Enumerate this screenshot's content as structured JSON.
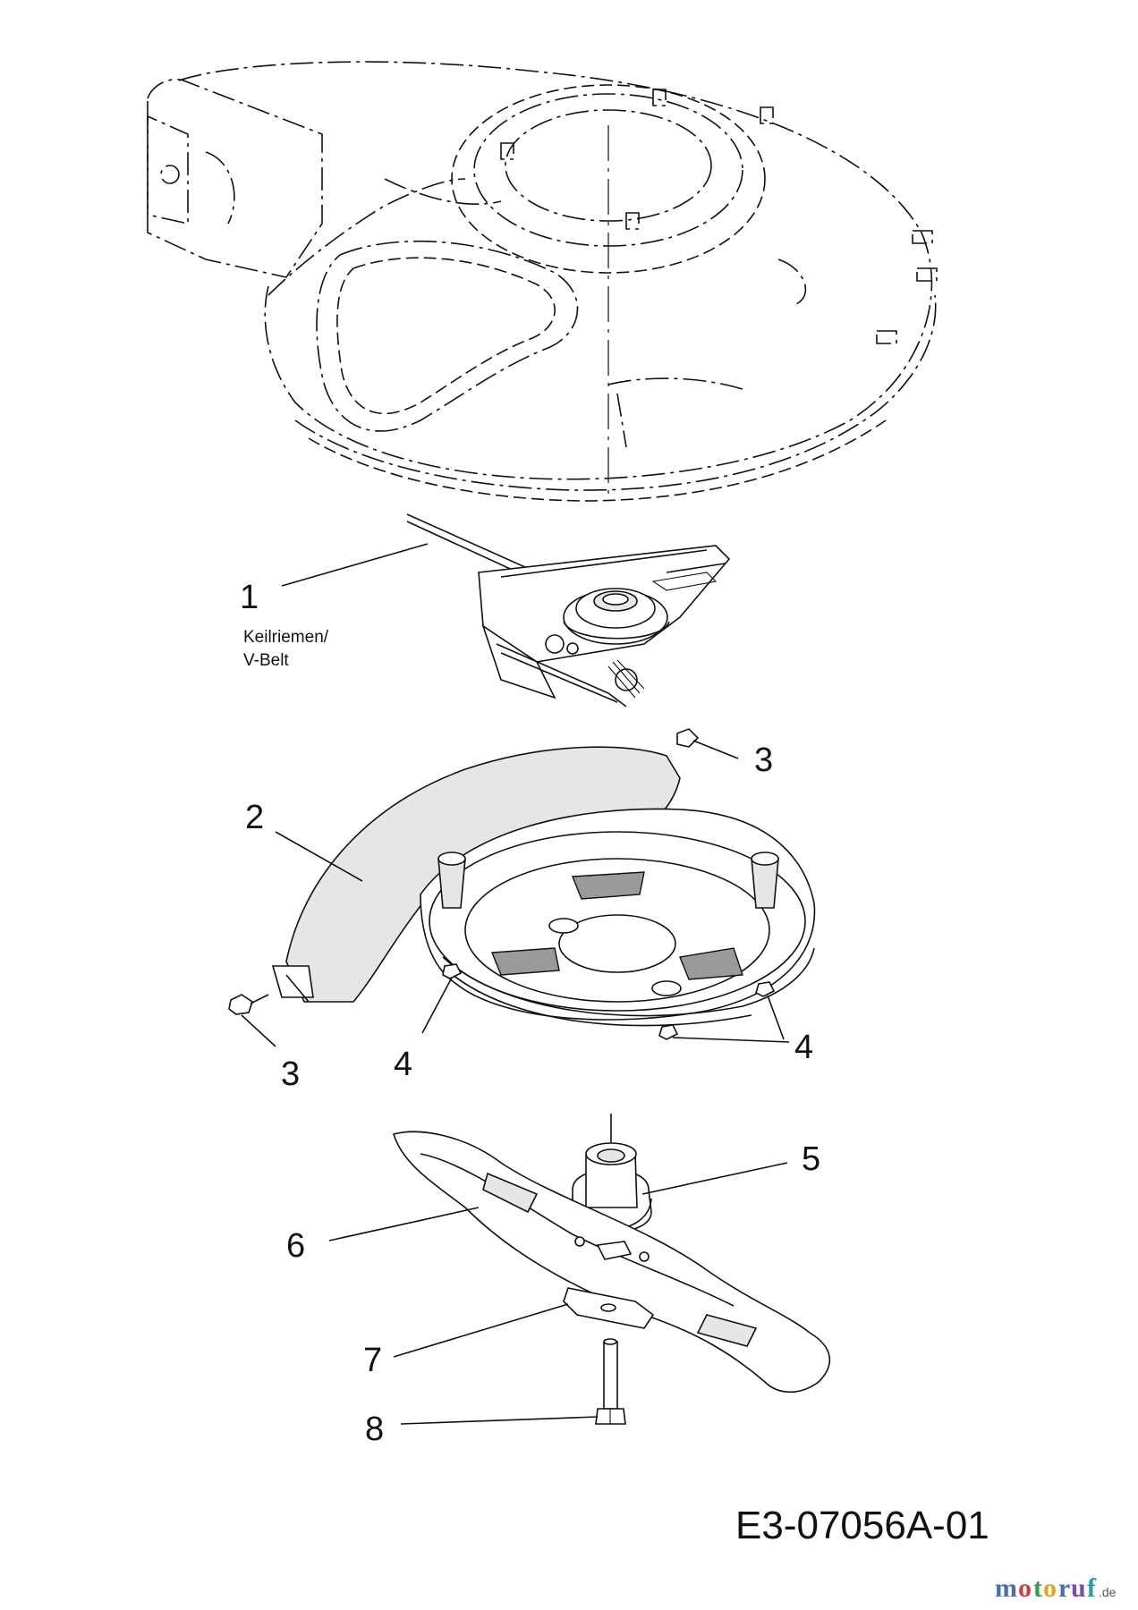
{
  "callouts": [
    {
      "id": "1",
      "label": "1"
    },
    {
      "id": "2",
      "label": "2"
    },
    {
      "id": "3a",
      "label": "3"
    },
    {
      "id": "3b",
      "label": "3"
    },
    {
      "id": "4a",
      "label": "4"
    },
    {
      "id": "4b",
      "label": "4"
    },
    {
      "id": "5",
      "label": "5"
    },
    {
      "id": "6",
      "label": "6"
    },
    {
      "id": "7",
      "label": "7"
    },
    {
      "id": "8",
      "label": "8"
    }
  ],
  "notes": {
    "belt_line1": "Keilriemen/",
    "belt_line2": "V-Belt"
  },
  "drawing_code": "E3-07056A-01",
  "watermark": {
    "text": "motoruf",
    "suffix": ".de"
  }
}
